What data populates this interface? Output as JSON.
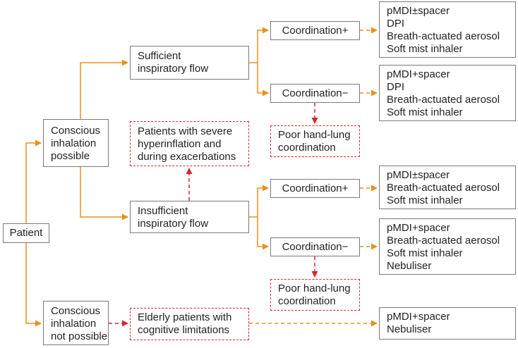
{
  "colors": {
    "arrow": "#e8901c",
    "warning": "#d7262f",
    "border": "#7a7a7a"
  },
  "nodes": {
    "patient": "Patient",
    "conscious_possible": [
      "Conscious",
      "inhalation",
      "possible"
    ],
    "conscious_not_possible": [
      "Conscious",
      "inhalation",
      "not possible"
    ],
    "sufficient_flow": [
      "Sufficient",
      "inspiratory flow"
    ],
    "insufficient_flow": [
      "Insufficient",
      "inspiratory flow"
    ],
    "severe_hyperinflation": [
      "Patients with severe",
      "hyperinflation and",
      "during exacerbations"
    ],
    "elderly": [
      "Elderly patients with",
      "cognitive limitations"
    ],
    "coord_plus_1": "Coordination+",
    "coord_minus_1": "Coordination−",
    "coord_plus_2": "Coordination+",
    "coord_minus_2": "Coordination−",
    "poor_coord_1": [
      "Poor hand-lung",
      "coordination"
    ],
    "poor_coord_2": [
      "Poor hand-lung",
      "coordination"
    ],
    "result_1": [
      "pMDI±spacer",
      "DPI",
      "Breath-actuated aerosol",
      "Soft mist inhaler"
    ],
    "result_2": [
      "pMDI+spacer",
      "DPI",
      "Breath-actuated aerosol",
      "Soft mist inhaler"
    ],
    "result_3": [
      "pMDI±spacer",
      "Breath-actuated aerosol",
      "Soft mist inhaler"
    ],
    "result_4": [
      "pMDI+spacer",
      "Breath-actuated aerosol",
      "Soft mist inhaler",
      "Nebuliser"
    ],
    "result_5": [
      "pMDI+spacer",
      "Nebuliser"
    ]
  }
}
